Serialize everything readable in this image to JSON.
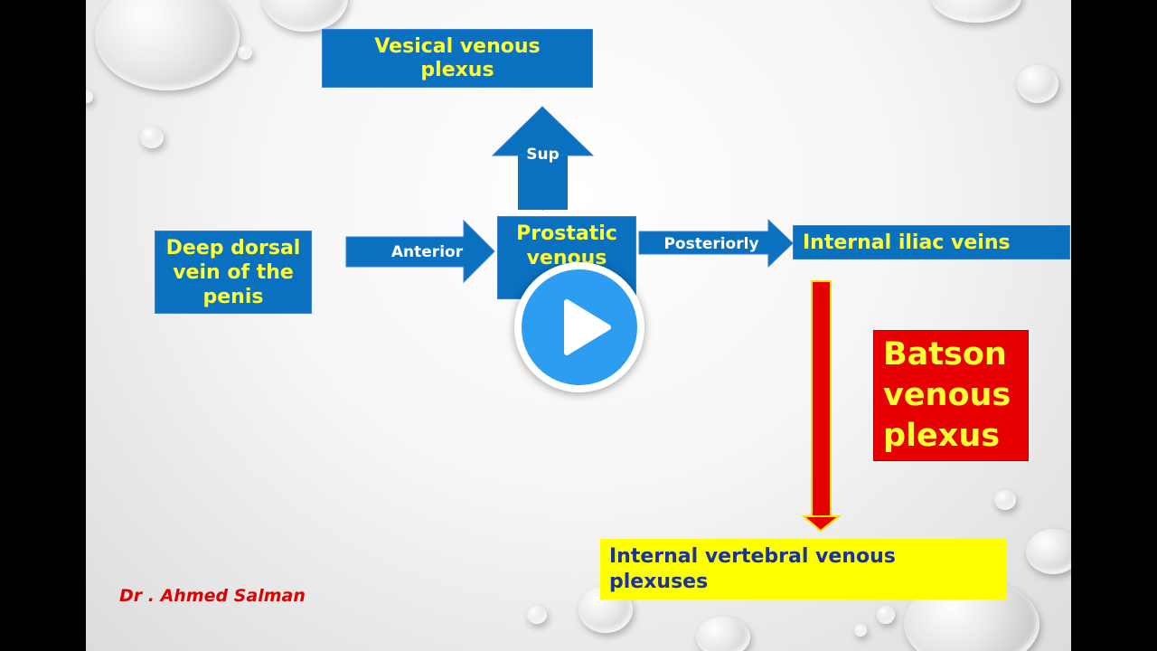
{
  "nodes": {
    "vesical": "Vesical venous plexus",
    "deep_dorsal": "Deep dorsal vein of the penis",
    "prostatic": "Prostatic venous",
    "internal_iliac": "Internal iliac veins",
    "batson": "Batson venous plexus",
    "internal_vertebral": "Internal vertebral venous plexuses"
  },
  "arrows": {
    "sup": "Sup",
    "anterior": "Anterior",
    "posteriorly": "Posteriorly"
  },
  "author": "Dr . Ahmed Salman",
  "colors": {
    "box_blue": "#0a70c0",
    "box_text_yellow": "#ffff33",
    "batson_red": "#e60000",
    "vertebral_yellow": "#ffff00",
    "vertebral_text": "#1a3399",
    "author_red": "#e00000"
  },
  "overlay": {
    "icon": "play-icon"
  }
}
